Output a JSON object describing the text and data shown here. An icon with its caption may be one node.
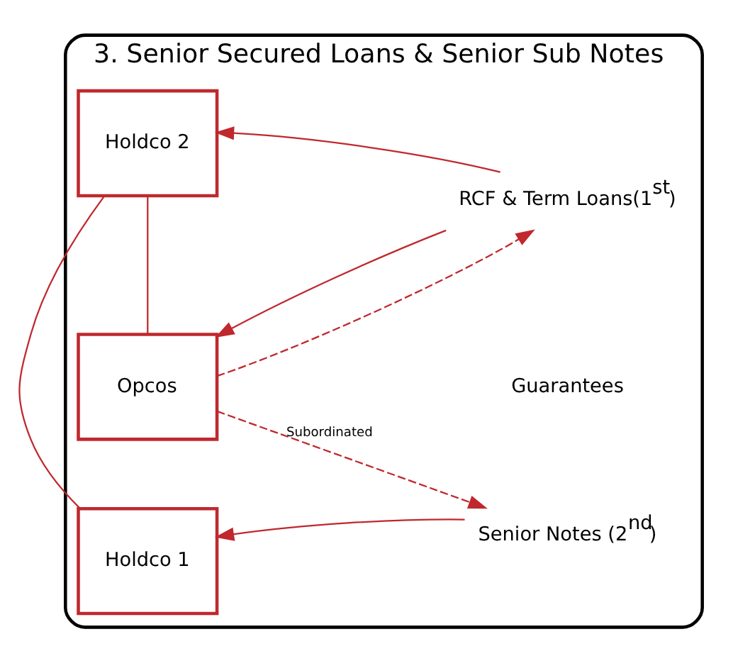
{
  "diagram": {
    "nodes": [
      {
        "text": [
          "3. Senior Secured Loans & Senior Sub Notes"
        ]
      },
      {
        "text": [
          "Holdco 1"
        ],
        "in": 0
      },
      {
        "text": [
          "Holdco 2"
        ],
        "in": 0
      },
      {
        "text": [
          "Opcos"
        ],
        "in": 0
      },
      {
        "text": [
          "Senior Notes (2$^{nd}$)"
        ],
        "in": 0
      },
      {
        "text": [
          "RCF & Term Loans(1$^{st}$)"
        ],
        "in": 0
      }
    ],
    "edges": [
      {
        "from": 4,
        "to": 1,
        "arrow": "to"
      },
      {
        "from": 5,
        "to": 2,
        "arrow": "to"
      },
      {
        "from": 5,
        "to": 3,
        "arrow": "to"
      },
      {
        "from": 1,
        "to": 2,
        "arrow": "none"
      },
      {
        "from": 2,
        "to": 3,
        "arrow": "none"
      },
      {
        "from": 3,
        "to": 4,
        "arrow": "to",
        "style": "dashed",
        "label": "Subordinated"
      },
      {
        "from": 3,
        "to": 5,
        "arrow": "to",
        "style": "dashed"
      }
    ],
    "labels": [
      "Guarantees"
    ]
  }
}
